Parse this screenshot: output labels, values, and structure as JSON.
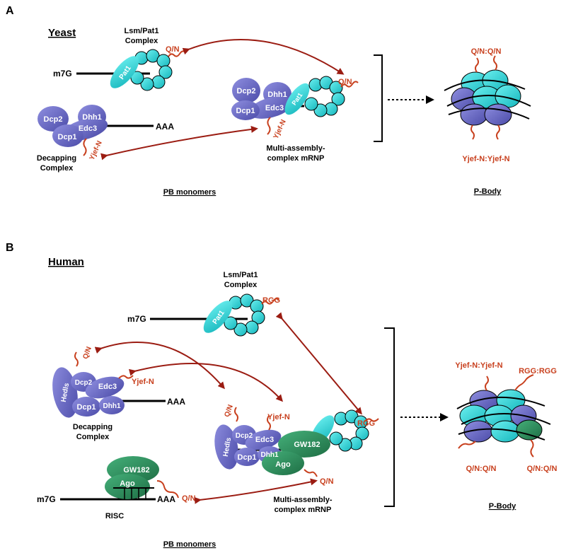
{
  "colors": {
    "purple": "#6b6bc8",
    "cyan": "#2ad4d8",
    "green": "#2e8b5a",
    "red_label": "#c8401e",
    "arrow": "#9b1c12"
  },
  "panel_a": {
    "letter": "A",
    "organism": "Yeast",
    "lsm_complex": [
      "Lsm/Pat1",
      "Complex"
    ],
    "pat1": "Pat1",
    "cap": "m7G",
    "poly_a": "AAA",
    "qn": "Q/N",
    "yjef": "Yjef-N",
    "decapping": [
      "Dcp2",
      "Dhh1",
      "Edc3",
      "Dcp1"
    ],
    "decapping_label": [
      "Decapping",
      "Complex"
    ],
    "multi_label": [
      "Multi-assembly-",
      "complex mRNP"
    ],
    "monomers": "PB monomers",
    "pbody": "P-Body",
    "pb_top": "Q/N:Q/N",
    "pb_bottom": "Yjef-N:Yjef-N"
  },
  "panel_b": {
    "letter": "B",
    "organism": "Human",
    "lsm_complex": [
      "Lsm/Pat1",
      "Complex"
    ],
    "pat1": "Pat1",
    "cap": "m7G",
    "poly_a": "AAA",
    "rgg": "RGG",
    "qn": "Q/N",
    "yjef": "Yjef-N",
    "decapping": [
      "Hedls",
      "Dcp2",
      "Edc3",
      "Dcp1",
      "Dhh1"
    ],
    "decapping_label": [
      "Decapping",
      "Complex"
    ],
    "gw182": "GW182",
    "ago": "Ago",
    "risc": "RISC",
    "multi_label": [
      "Multi-assembly-",
      "complex mRNP"
    ],
    "monomers": "PB monomers",
    "pbody": "P-Body",
    "pb_tl": "Yjef-N:Yjef-N",
    "pb_tr": "RGG:RGG",
    "pb_bl": "Q/N:Q/N",
    "pb_br": "Q/N:Q/N"
  }
}
